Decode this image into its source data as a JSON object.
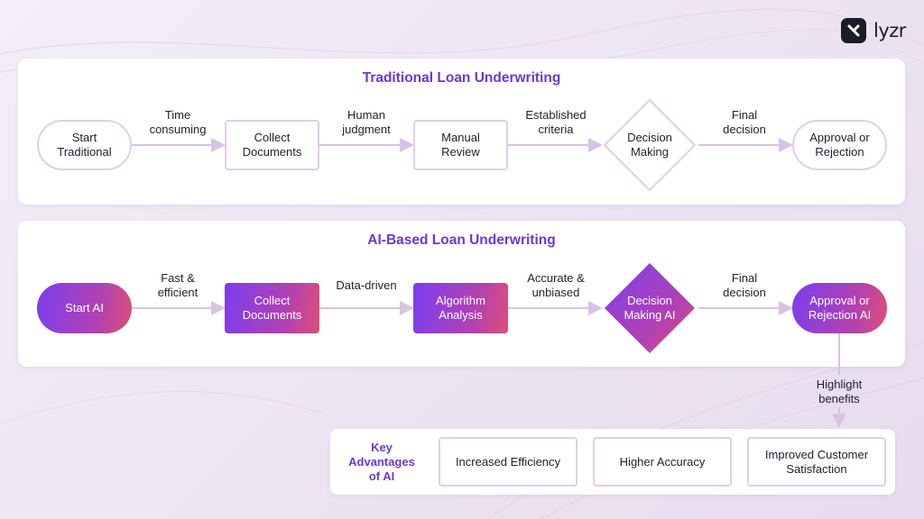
{
  "brand": {
    "logo_text": "lyzr",
    "logo_icon": "lyzr-logo-icon"
  },
  "colors": {
    "accent": "#6a38d6",
    "gradient_start": "#7b3ef0",
    "gradient_mid": "#b341b0",
    "gradient_end": "#dd4f77",
    "outline": "#dfcfe9",
    "connector": "#d7c3e3"
  },
  "traditional": {
    "title": "Traditional Loan Underwriting",
    "nodes": {
      "start": "Start\nTraditional",
      "collect": "Collect\nDocuments",
      "review": "Manual\nReview",
      "decision": "Decision\nMaking",
      "outcome": "Approval or\nRejection"
    },
    "edges": {
      "e1": "Time\nconsuming",
      "e2": "Human\njudgment",
      "e3": "Established\ncriteria",
      "e4": "Final\ndecision"
    }
  },
  "ai": {
    "title": "AI-Based Loan Underwriting",
    "nodes": {
      "start": "Start AI",
      "collect": "Collect\nDocuments",
      "analysis": "Algorithm\nAnalysis",
      "decision": "Decision\nMaking AI",
      "outcome": "Approval or\nRejection AI"
    },
    "edges": {
      "e1": "Fast &\nefficient",
      "e2": "Data-driven",
      "e3": "Accurate &\nunbiased",
      "e4": "Final\ndecision",
      "e5": "Highlight\nbenefits"
    }
  },
  "advantages": {
    "title": "Key\nAdvantages\nof AI",
    "items": [
      "Increased Efficiency",
      "Higher Accuracy",
      "Improved Customer\nSatisfaction"
    ]
  }
}
